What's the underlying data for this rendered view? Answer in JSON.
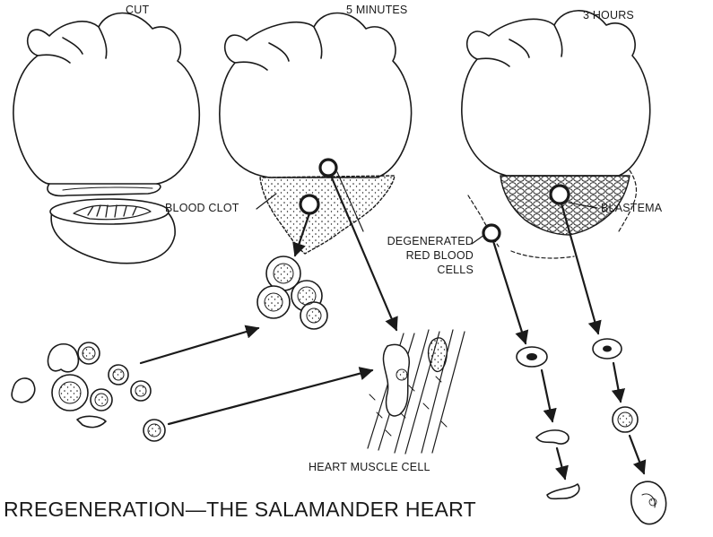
{
  "panels": {
    "cut": "CUT",
    "five_minutes": "5 MINUTES",
    "three_hours": "3 HOURS"
  },
  "labels": {
    "blood_clot": "BLOOD CLOT",
    "degenerated_line1": "DEGENERATED",
    "degenerated_line2": "RED BLOOD",
    "degenerated_line3": "CELLS",
    "blastema": "BLASTEMA",
    "heart_muscle_cell": "HEART MUSCLE CELL"
  },
  "title": "RREGENERATION—THE SALAMANDER HEART",
  "colors": {
    "ink": "#1a1a1a",
    "paper": "#ffffff"
  }
}
